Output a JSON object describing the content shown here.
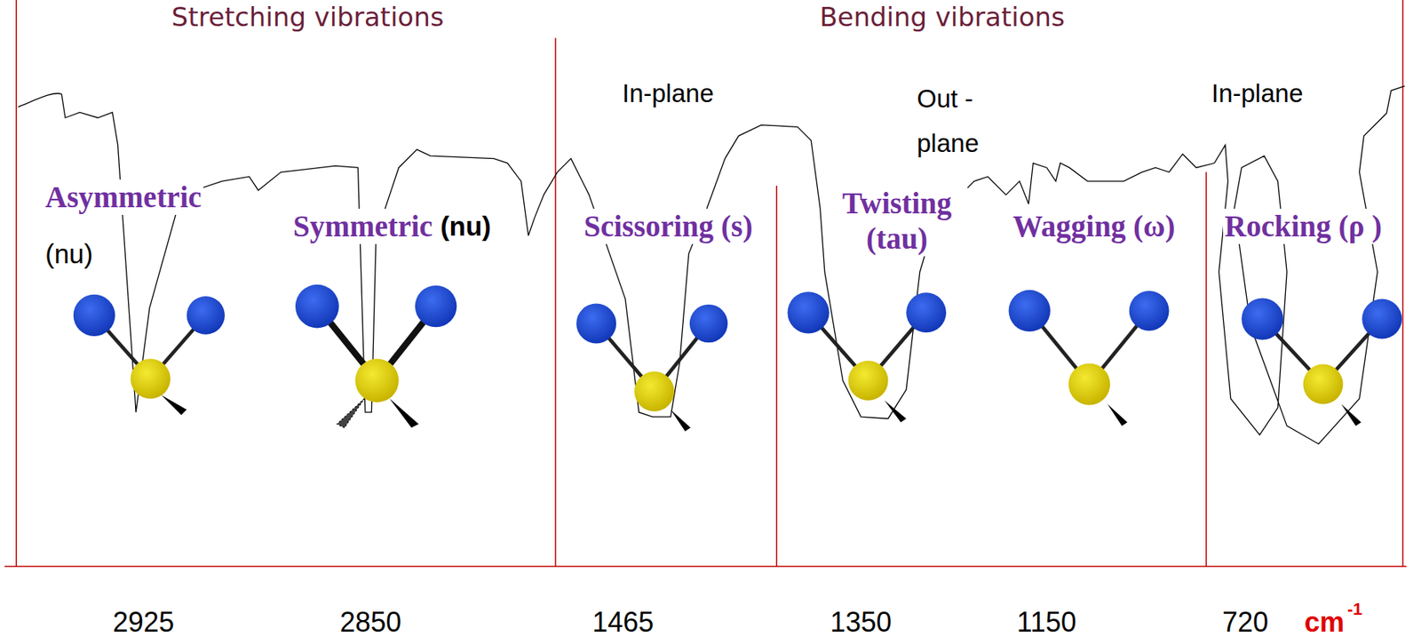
{
  "diagram": {
    "labels": [
      "Stretching vibrations",
      "Bending vibrations",
      "In-plane",
      "Out - plane",
      "In-plane",
      "Asymmetric",
      "(nu)",
      "Symmetric",
      "(nu)",
      "Scissoring (s)",
      "Twisting (tau)",
      "Wagging (ω)",
      "Rocking (ρ )",
      "2925",
      "2850",
      "1465",
      "1350",
      "1150",
      "720",
      "cm",
      "-1"
    ]
  }
}
